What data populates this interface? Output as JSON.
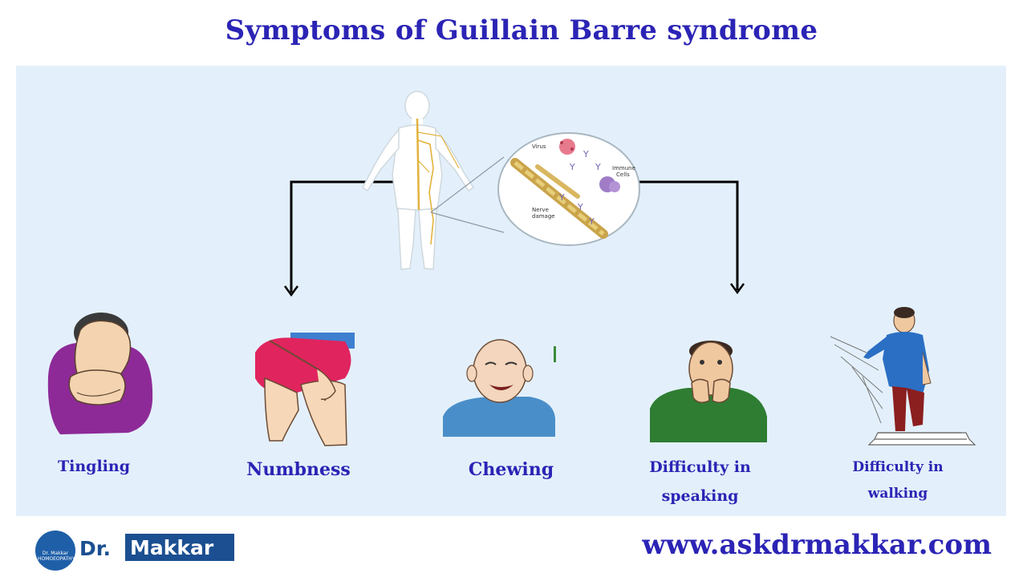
{
  "title": "Symptoms  of  Guillain Barre syndrome",
  "inset_labels": {
    "virus": "Virus",
    "immune_cells_line1": "Immune",
    "immune_cells_line2": "Cells",
    "nerve_damage_line1": "Nerve",
    "nerve_damage_line2": "damage"
  },
  "symptoms": [
    {
      "label": "Tingling"
    },
    {
      "label": "Numbness"
    },
    {
      "label": "Chewing"
    },
    {
      "label": "Difficulty in speaking",
      "line1": "Difficulty in",
      "line2": "speaking"
    },
    {
      "label": "Difficulty in walking",
      "line1": "Difficulty in",
      "line2": "walking"
    }
  ],
  "footer": {
    "logo_dr": "Dr.",
    "logo_name": "Makkar",
    "logo_small_line1": "Dr. Makkar",
    "logo_small_line2": "HOMOEOPATHY",
    "url": "www.askdrmakkar.com"
  },
  "colors": {
    "title": "#2b24b5",
    "panel_bg": "#e3f0fb",
    "brand_blue": "#1b4f91"
  }
}
